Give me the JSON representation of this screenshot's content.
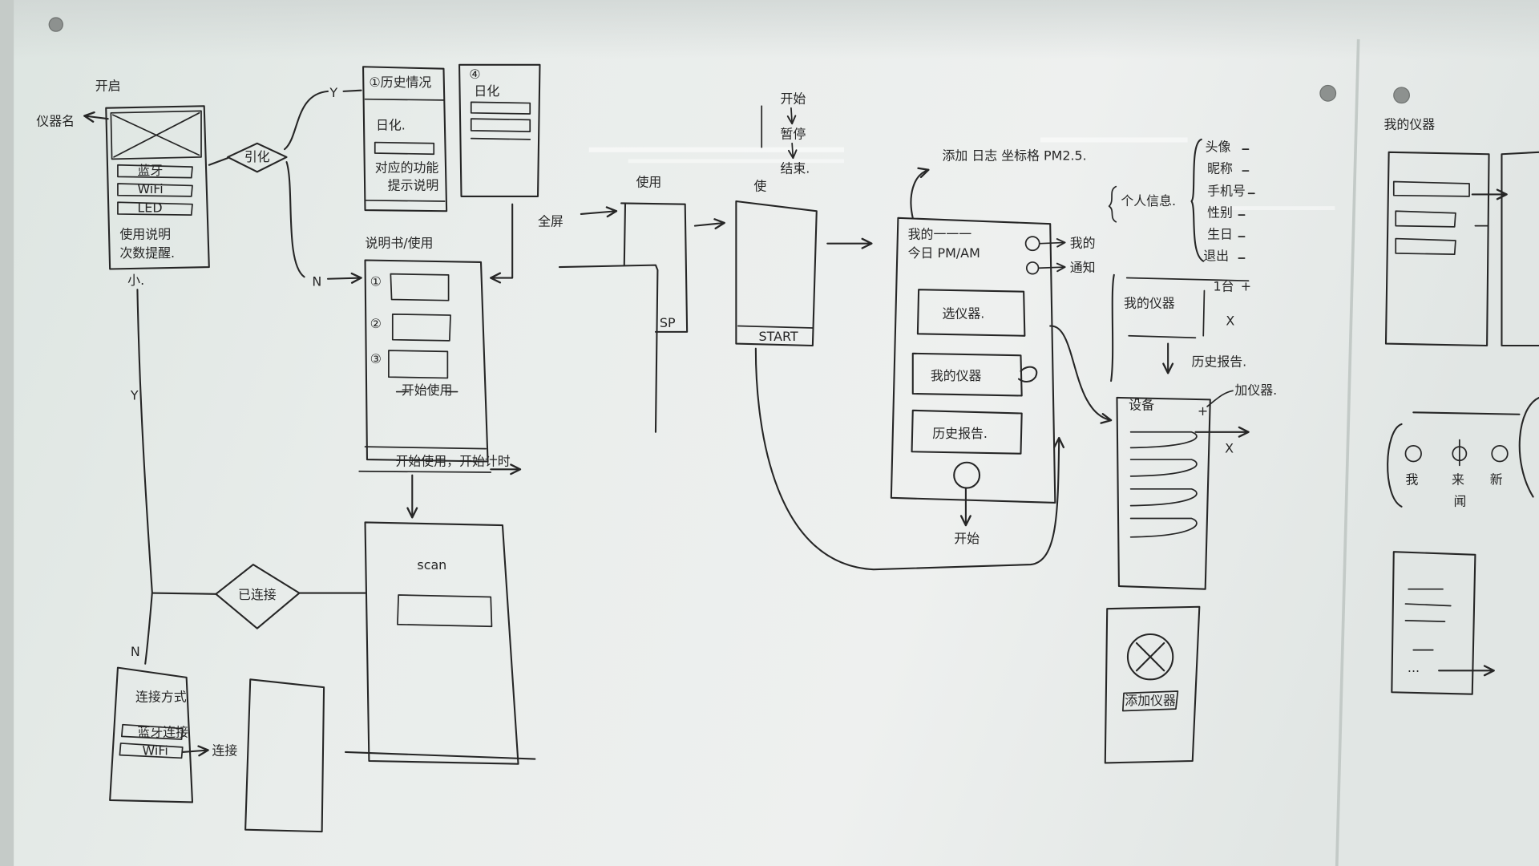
{
  "colors": {
    "board": "#e9edeb",
    "board_edge": "#c5cbc8",
    "ink": "#262626",
    "pin": "#8d918f"
  },
  "start_screen": {
    "title": "开启",
    "name_label": "仪器名",
    "switches": [
      "蓝牙",
      "WiFi",
      "LED"
    ],
    "notes": [
      "使用说明",
      "次数提醒."
    ],
    "footnote": "小."
  },
  "first_use_decision": {
    "label": "引化",
    "yes": "Y",
    "no": "N"
  },
  "history_screen": {
    "title": "①历史情况",
    "subtitle": "日化.",
    "lines": [
      "对应的功能",
      "提示说明"
    ]
  },
  "detail_screen": {
    "badge": "④",
    "title": "日化"
  },
  "manual_screen": {
    "title": "说明书/使用",
    "steps": [
      "①",
      "②",
      "③"
    ],
    "footer": "开始使用",
    "next": "开始使用，开始计时"
  },
  "scan_screen": {
    "title": "scan"
  },
  "connect_decision": {
    "label": "已连接",
    "yes": "Y",
    "no": "N"
  },
  "connect_screen": {
    "title": "连接方式",
    "options": [
      "蓝牙连接",
      "WiFi"
    ],
    "next": "连接"
  },
  "fullscreen_label": "全屏",
  "usage_screen": {
    "title": "使用",
    "footer": "SP"
  },
  "timer": {
    "steps": [
      "开始",
      "暂停",
      "结束."
    ],
    "label": "使",
    "footer": "START"
  },
  "home_screen": {
    "note": "添加 日志 坐标格 PM2.5.",
    "header": "我的一一一",
    "date": "今日 PM/AM",
    "links": [
      "我的",
      "通知"
    ],
    "buttons": [
      "选仪器.",
      "我的仪器",
      "历史报告."
    ],
    "start": "开始"
  },
  "profile": {
    "title": "个人信息.",
    "fields": [
      "头像",
      "昵称",
      "手机号",
      "性别",
      "生日",
      "退出"
    ]
  },
  "my_instruments": {
    "title": "我的仪器",
    "count": "1台",
    "add": "+",
    "remove": "X",
    "history": "历史报告."
  },
  "device_list": {
    "title": "设备",
    "add": "+",
    "add_label": "加仪器.",
    "remove": "X"
  },
  "empty_state": {
    "button": "添加仪器"
  },
  "right_panel": {
    "title": "我的仪器",
    "nav": [
      "我",
      "来",
      "闻",
      "新"
    ],
    "more": "···"
  }
}
